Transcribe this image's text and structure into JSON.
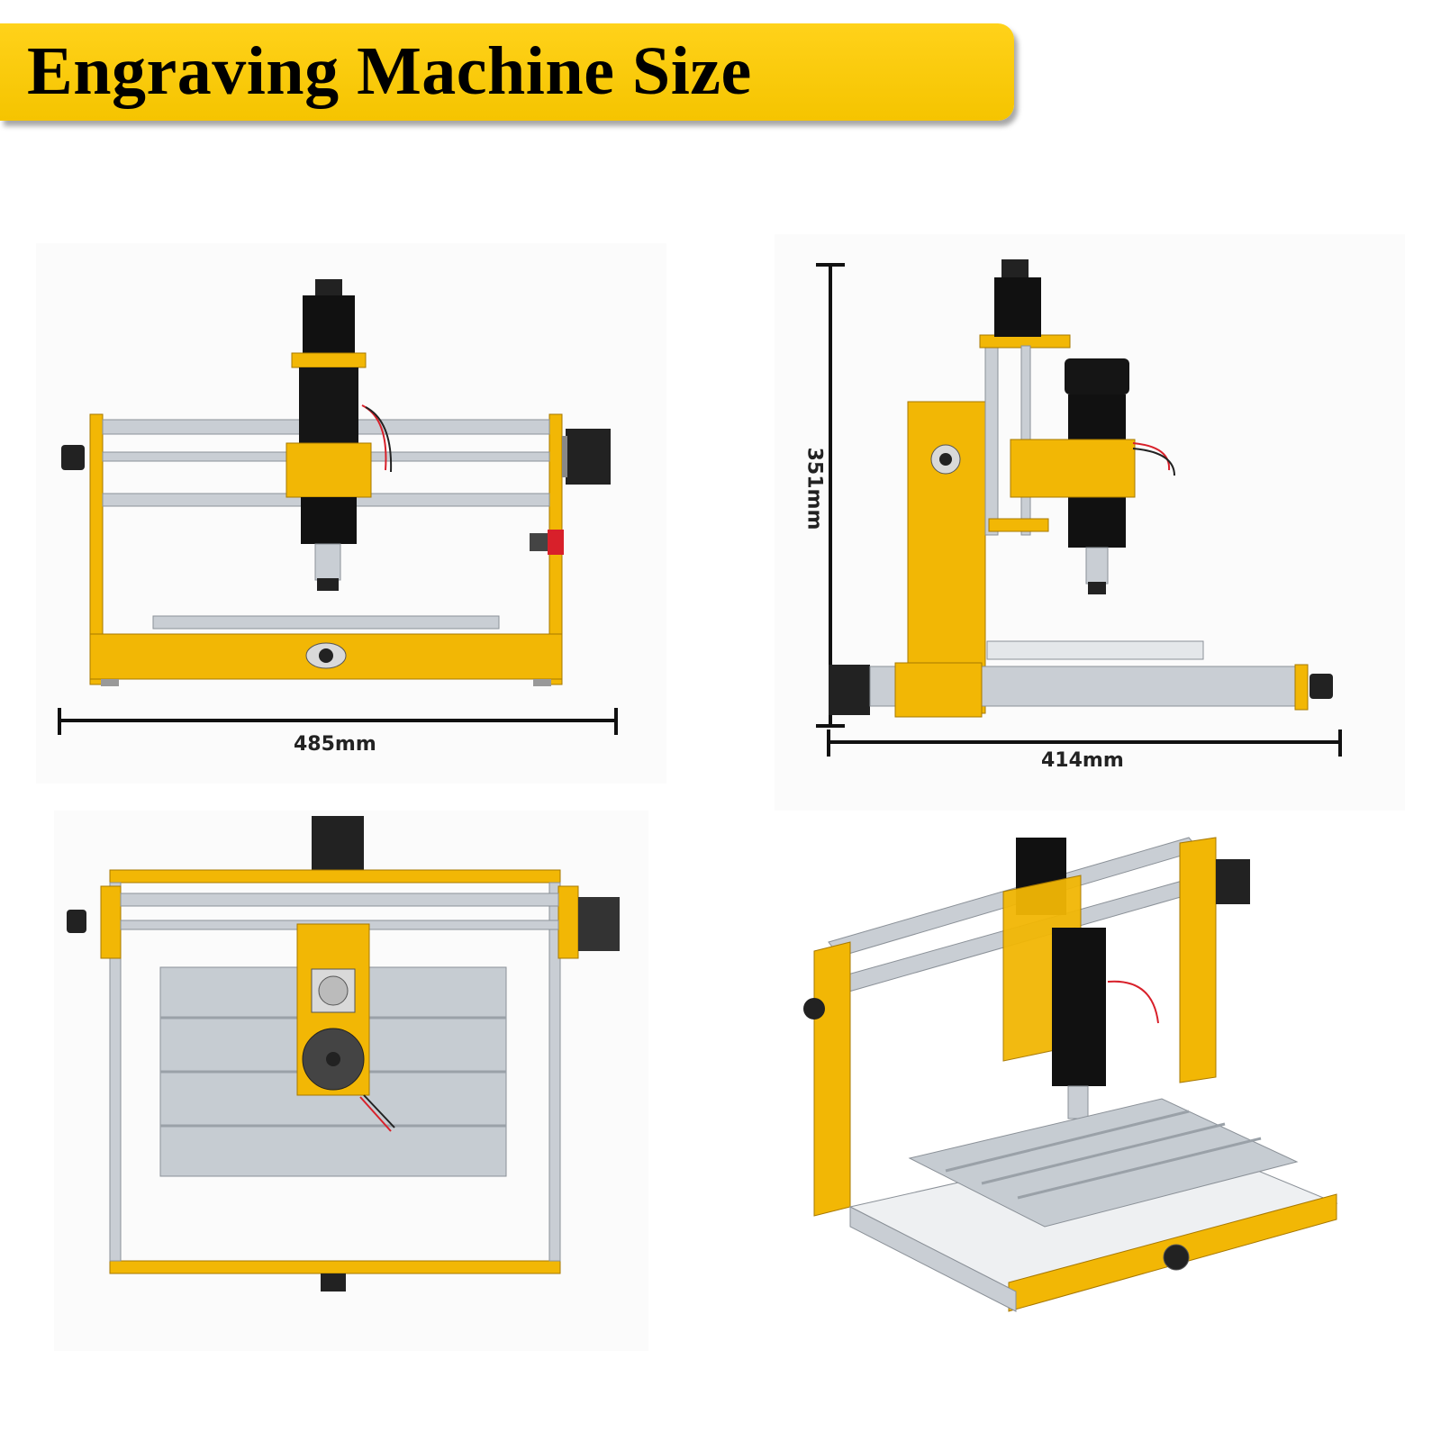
{
  "header": {
    "title": "Engraving Machine Size"
  },
  "views": {
    "front": {
      "width_label": "485mm"
    },
    "side": {
      "width_label": "414mm",
      "height_label": "351mm"
    },
    "top": {},
    "iso": {}
  },
  "colors": {
    "banner": "#ffd21a",
    "frame_yellow": "#f2b705",
    "frame_dark": "#c08a00",
    "rail": "#b9bfc6",
    "motor": "#111111"
  }
}
